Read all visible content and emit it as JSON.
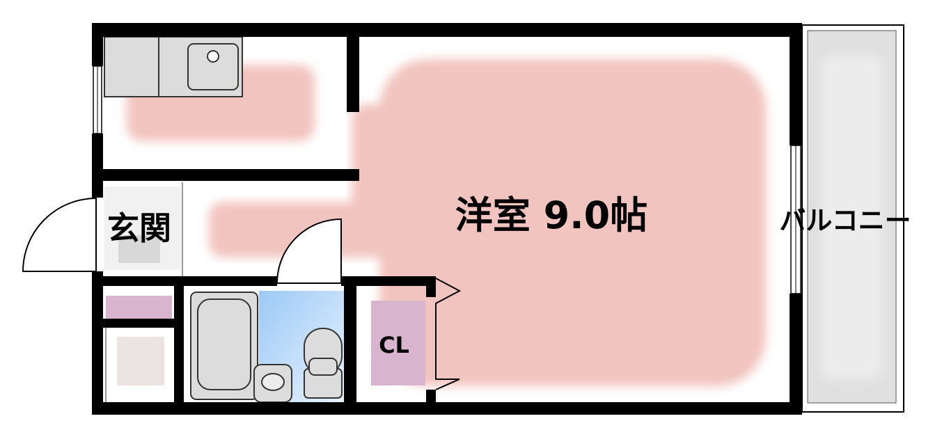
{
  "floorplan": {
    "rooms": {
      "western_room": "洋室 9.0帖",
      "entrance": "玄関",
      "closet": "CL",
      "balcony": "バルコニー"
    }
  },
  "colors": {
    "wall": "#000000",
    "western_room_floor": "#f2c4bf",
    "bathroom_floor": "#b7d8f7",
    "closet_floor": "#d9b4cf",
    "fixture_gray": "#dcdcdc",
    "balcony": "#e0e0e0"
  }
}
